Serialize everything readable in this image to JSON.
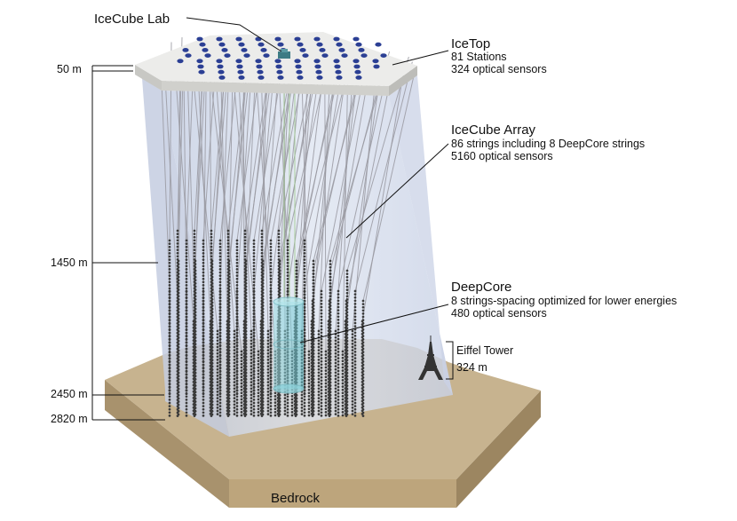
{
  "labels": {
    "lab": "IceCube Lab",
    "icetop": {
      "title": "IceTop",
      "line1": "81 Stations",
      "line2": "324 optical sensors"
    },
    "array": {
      "title": "IceCube Array",
      "line1": "86 strings including 8 DeepCore strings",
      "line2": "5160 optical sensors"
    },
    "deepcore": {
      "title": "DeepCore",
      "line1": "8 strings-spacing optimized for lower energies",
      "line2": "480 optical sensors"
    },
    "eiffel": {
      "title": "Eiffel Tower",
      "height": "324 m"
    },
    "bedrock": "Bedrock"
  },
  "depths": [
    "50 m",
    "1450 m",
    "2450 m",
    "2820 m"
  ],
  "colors": {
    "ice_volume": "#c9d3e6",
    "surface": "#ececea",
    "station": "#2b3f94",
    "bedrock": "#c7b38f",
    "bedrock_side": "#a8926d",
    "sensor": "#3a3a3a",
    "deepcore": "#7fd0d8"
  }
}
